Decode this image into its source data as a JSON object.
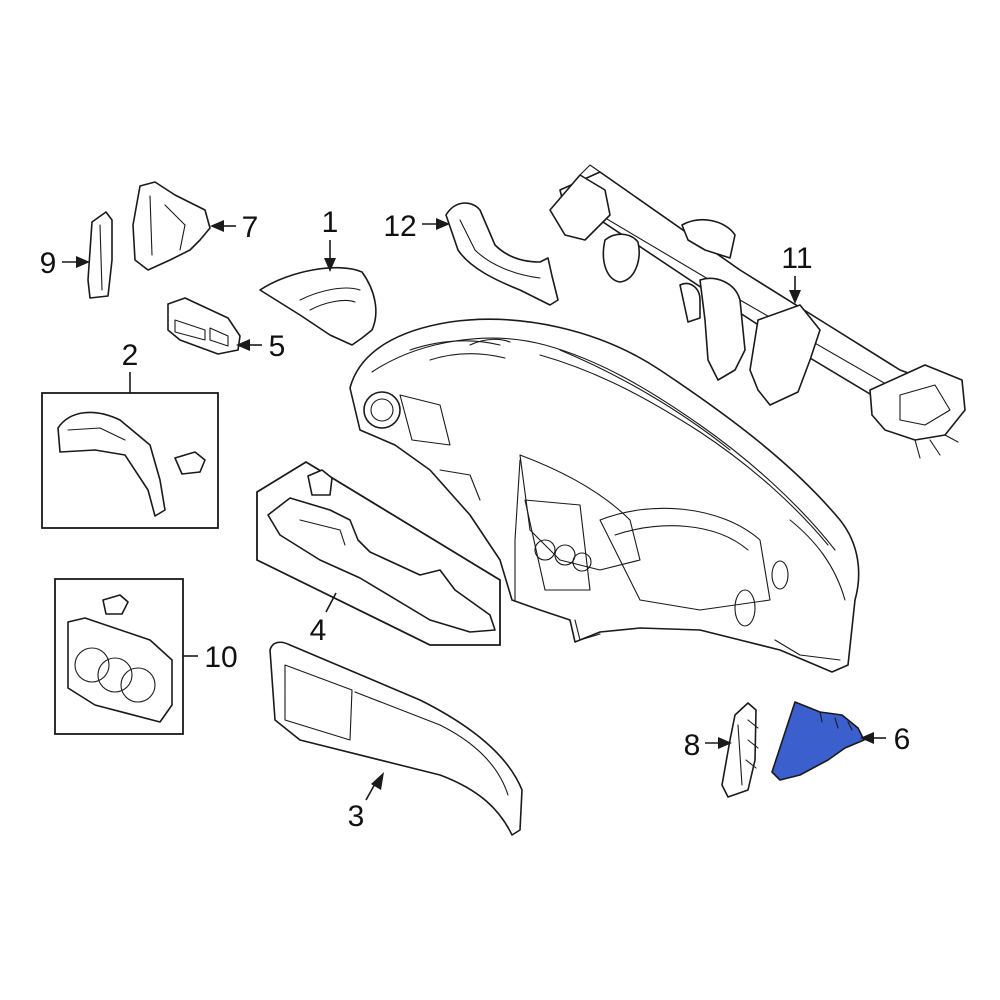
{
  "callouts": {
    "c1": "1",
    "c2": "2",
    "c3": "3",
    "c4": "4",
    "c5": "5",
    "c6": "6",
    "c7": "7",
    "c8": "8",
    "c9": "9",
    "c10": "10",
    "c11": "11",
    "c12": "12"
  },
  "highlight": {
    "part_number": "6",
    "fill_color": "#3b5fcc",
    "stroke_color": "#1a1a1a"
  },
  "line_color": "#1a1a1a",
  "background_color": "#ffffff"
}
